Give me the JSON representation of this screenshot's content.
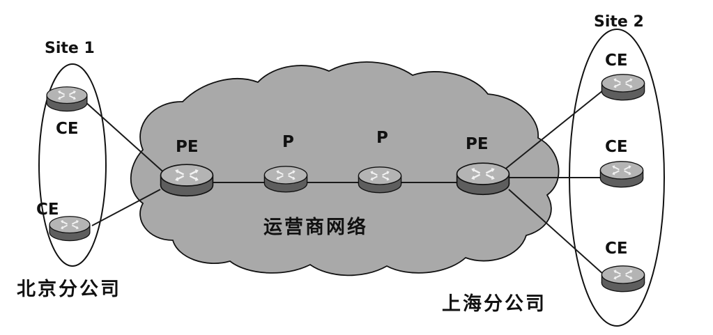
{
  "colors": {
    "background": "#ffffff",
    "cloud_fill": "#a9a9a9",
    "outline": "#111111",
    "router_top": "#b4b4b4",
    "router_side": "#5e5e5e"
  },
  "icons": {
    "router": "router-icon"
  },
  "sites": {
    "site1": {
      "label": "Site 1",
      "branch": "北京分公司"
    },
    "site2": {
      "label": "Site 2",
      "branch": "上海分公司"
    }
  },
  "network": {
    "label": "运营商网络"
  },
  "nodes": {
    "ce_s1_top": {
      "label": "CE"
    },
    "ce_s1_bottom": {
      "label": "CE"
    },
    "pe_left": {
      "label": "PE"
    },
    "p_left": {
      "label": "P"
    },
    "p_right": {
      "label": "P"
    },
    "pe_right": {
      "label": "PE"
    },
    "ce_s2_top": {
      "label": "CE"
    },
    "ce_s2_mid": {
      "label": "CE"
    },
    "ce_s2_bottom": {
      "label": "CE"
    }
  }
}
